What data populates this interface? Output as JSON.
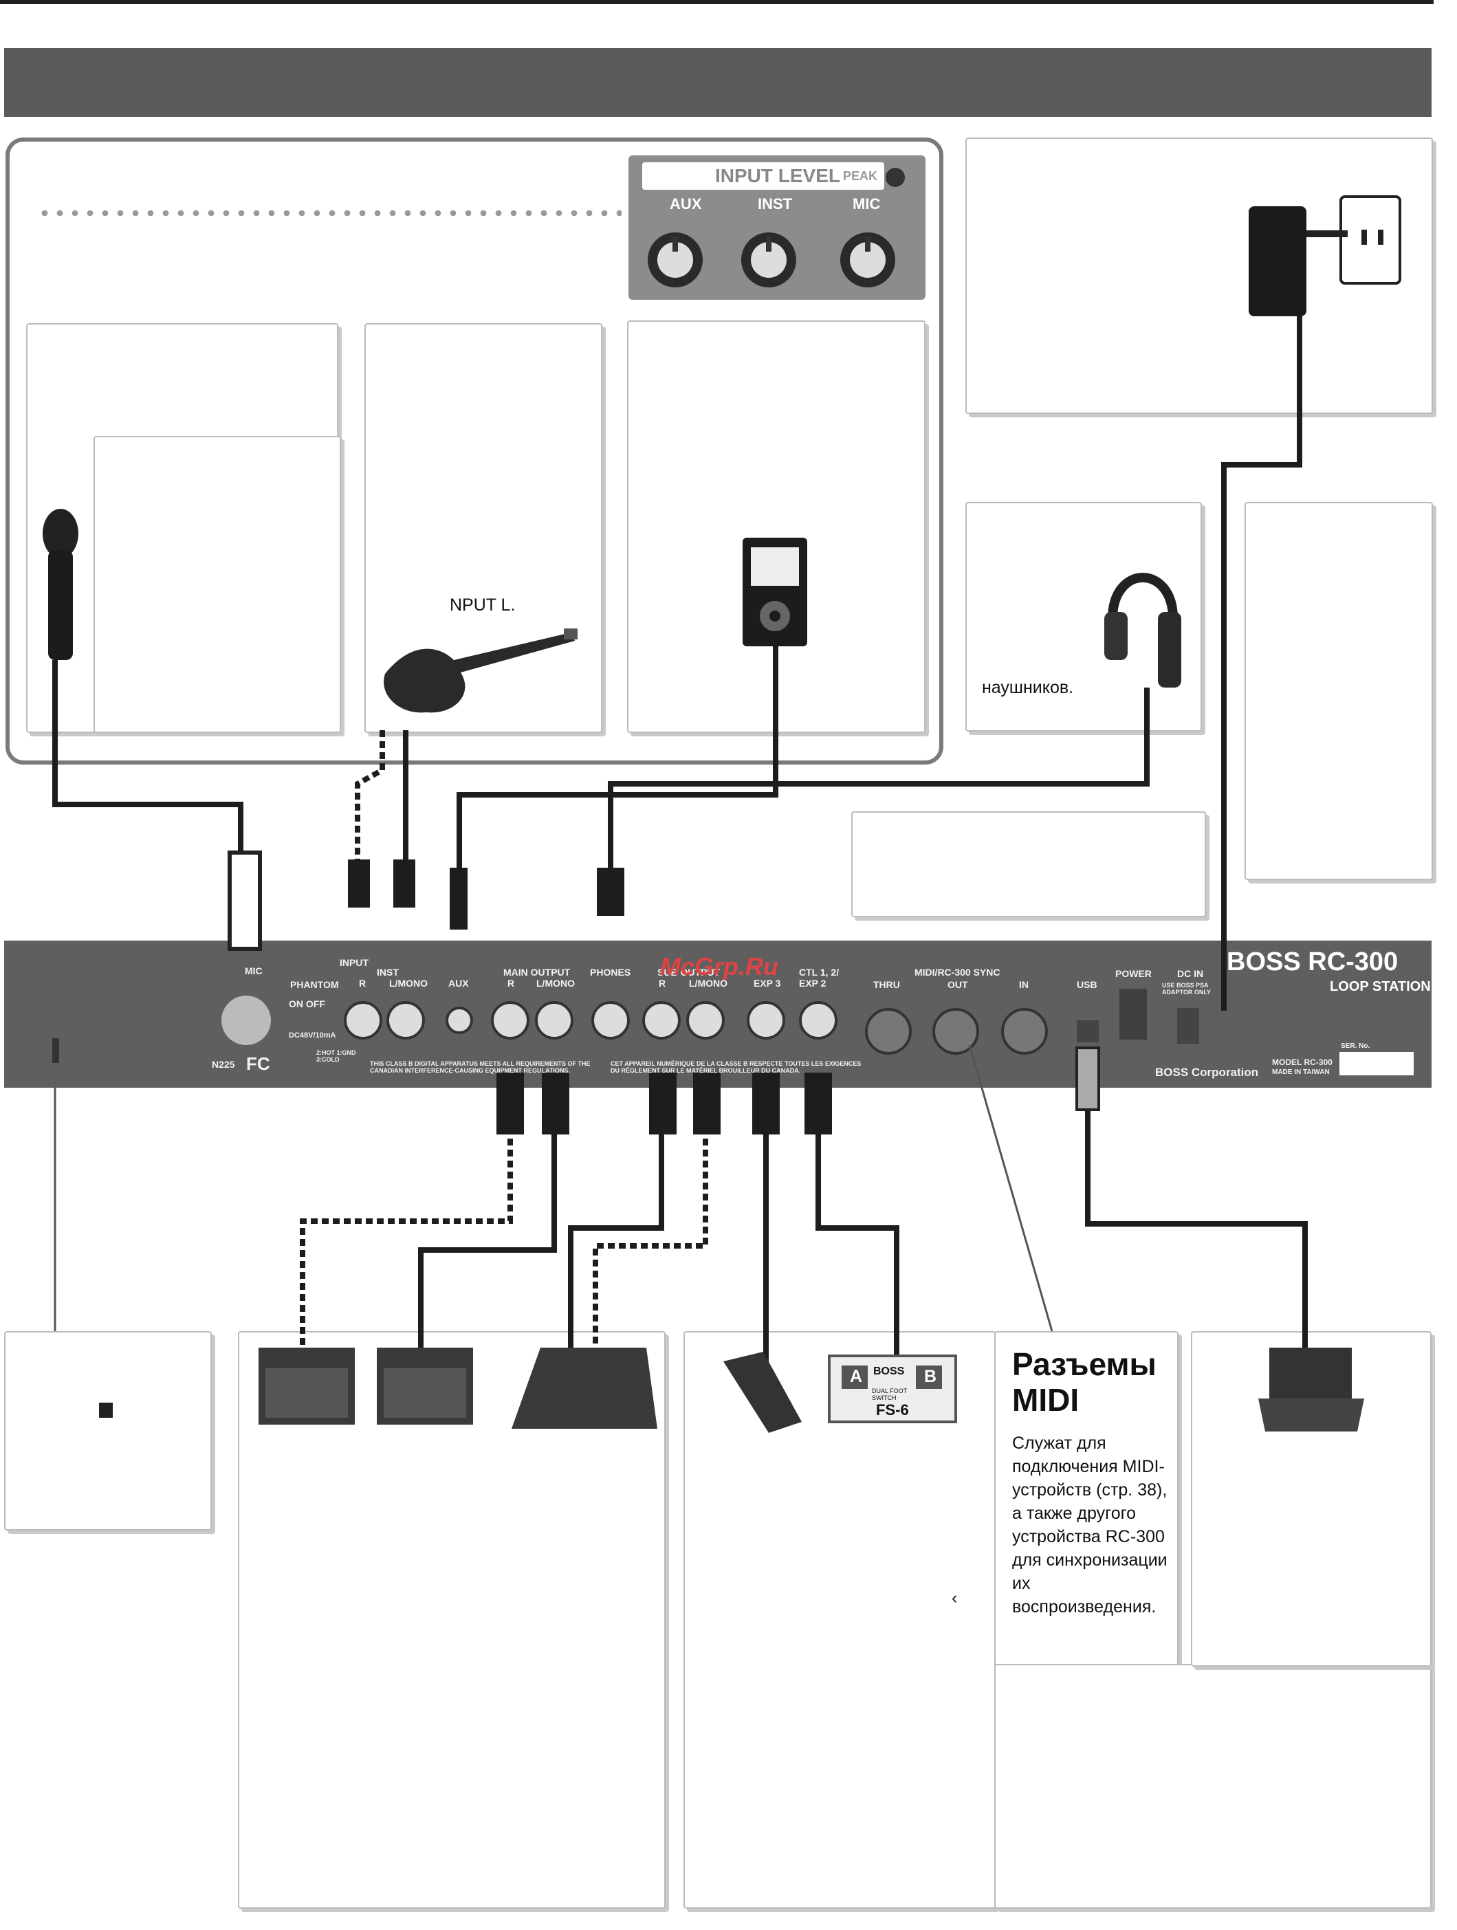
{
  "input_level": {
    "title": "INPUT LEVEL",
    "peak": "PEAK",
    "knobs": [
      "AUX",
      "INST",
      "MIC"
    ]
  },
  "callouts": {
    "guitar_text": "NPUT L.",
    "headphones_text": "наушников.",
    "midi_title": "Разъемы MIDI",
    "midi_body": "Служат для подключения MIDI-устройств (стр. 38), а также другого устройства RC-300 для синхронизации их воспроизведения.",
    "stray_mark": "‹"
  },
  "rear_panel": {
    "labels": {
      "mic": "MIC",
      "input": "INPUT",
      "phantom": "PHANTOM",
      "on_off": "ON  OFF",
      "inst": "INST",
      "r": "R",
      "l_mono": "L/MONO",
      "aux": "AUX",
      "main_output": "MAIN OUTPUT",
      "phones": "PHONES",
      "sub_output": "SUB OUTPUT",
      "exp3": "EXP 3",
      "ctl": "CTL 1, 2/ EXP 2",
      "midi_sync": "MIDI/RC-300 SYNC",
      "thru": "THRU",
      "out": "OUT",
      "in": "IN",
      "usb": "USB",
      "power": "POWER",
      "dc_in": "DC IN",
      "adaptor": "USE BOSS PSA ADAPTOR ONLY",
      "dc_rating": "DC48V/10mA",
      "pins": "2:HOT 1:GND 3:COLD",
      "cert": "N225",
      "fc": "FC",
      "compliance_1": "THIS CLASS B DIGITAL APPARATUS MEETS ALL REQUIREMENTS OF THE CANADIAN INTERFERENCE-CAUSING EQUIPMENT REGULATIONS.",
      "compliance_2": "CET APPAREIL NUMÉRIQUE DE LA CLASSE B RESPECTE TOUTES LES EXIGENCES DU RÈGLEMENT SUR LE MATÉRIEL BROUILLEUR DU CANADA.",
      "brand": "BOSS RC-300",
      "loop_station": "LOOP STATION",
      "corporation": "BOSS Corporation",
      "model": "MODEL RC-300",
      "made_in": "MADE IN TAIWAN",
      "ser_no": "SER. No."
    },
    "watermark": "McGrp.Ru"
  },
  "pedal": {
    "a": "A",
    "b": "B",
    "brand": "BOSS",
    "model": "FS-6",
    "sub": "DUAL FOOT SWITCH"
  },
  "colors": {
    "header_bar": "#5a5a5a",
    "rear_panel": "#5f5f5f",
    "input_level_panel": "#8c8c8c",
    "cable": "#222222",
    "watermark": "#dd4444"
  }
}
